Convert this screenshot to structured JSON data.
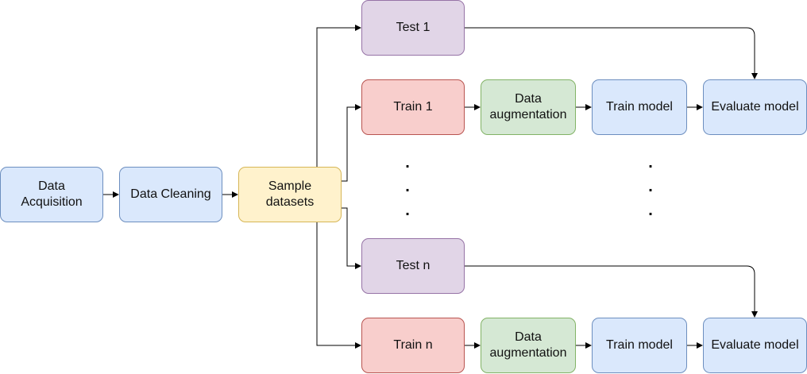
{
  "nodes": {
    "data_acquisition": "Data\nAcquisition",
    "data_cleaning": "Data Cleaning",
    "sample_datasets": "Sample\ndatasets",
    "test_1": "Test 1",
    "train_1": "Train 1",
    "augmentation_1": "Data\naugmentation",
    "train_model_1": "Train model",
    "evaluate_model_1": "Evaluate model",
    "test_n": "Test n",
    "train_n": "Train n",
    "augmentation_n": "Data\naugmentation",
    "train_model_n": "Train model",
    "evaluate_model_n": "Evaluate model"
  },
  "ellipsis": {
    "left": ".\n.\n.",
    "right": ".\n.\n."
  },
  "colors": {
    "blue_fill": "#dae8fc",
    "yellow_fill": "#fff2cc",
    "purple_fill": "#e1d5e7",
    "red_fill": "#f8cecc",
    "green_fill": "#d5e8d4",
    "connector": "#000000"
  }
}
